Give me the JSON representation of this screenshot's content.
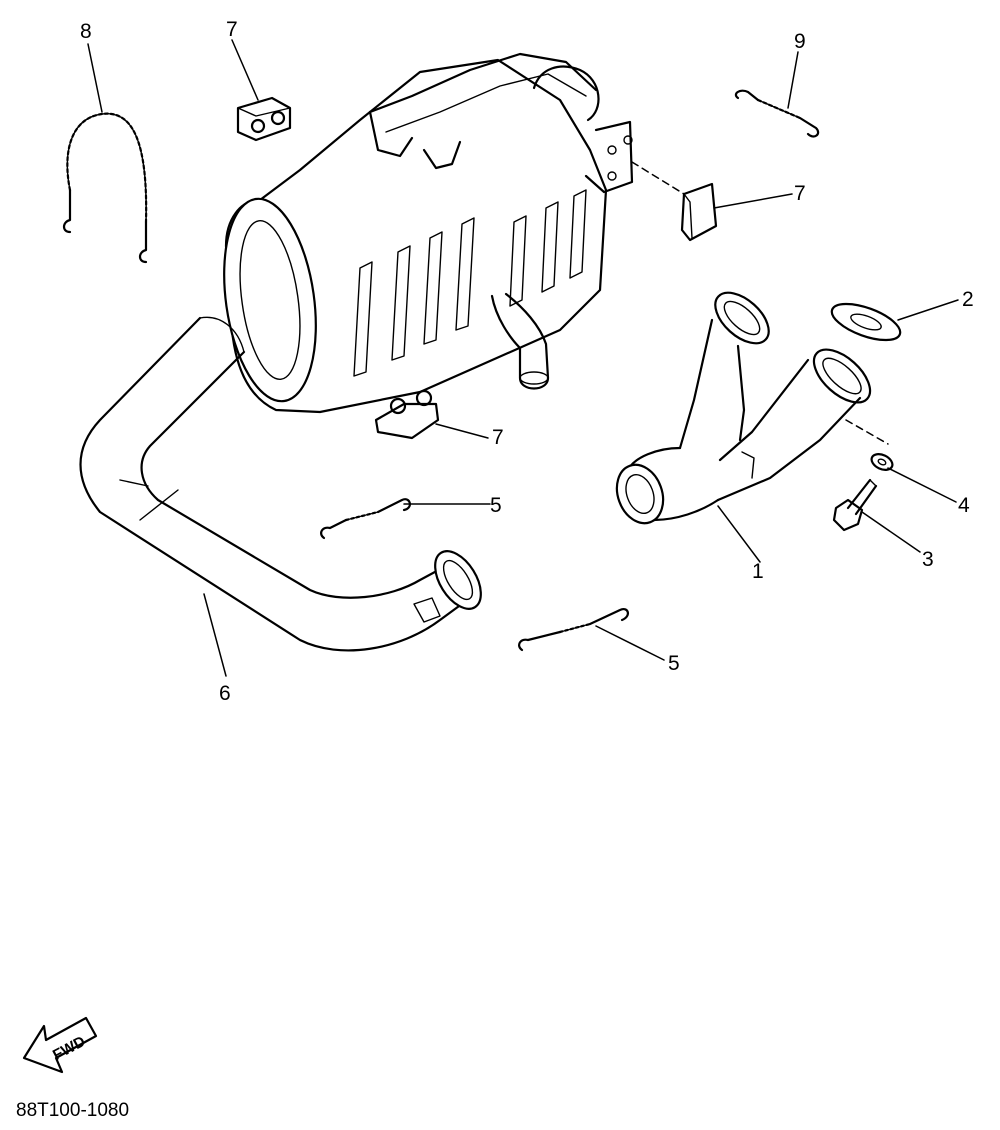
{
  "callouts": [
    {
      "id": "1",
      "label": "1"
    },
    {
      "id": "2",
      "label": "2"
    },
    {
      "id": "3",
      "label": "3"
    },
    {
      "id": "4",
      "label": "4"
    },
    {
      "id": "5a",
      "label": "5"
    },
    {
      "id": "5b",
      "label": "5"
    },
    {
      "id": "6",
      "label": "6"
    },
    {
      "id": "7a",
      "label": "7"
    },
    {
      "id": "7b",
      "label": "7"
    },
    {
      "id": "7c",
      "label": "7"
    },
    {
      "id": "8",
      "label": "8"
    },
    {
      "id": "9",
      "label": "9"
    }
  ],
  "fwd_arrow": {
    "label": "FWD"
  },
  "diagram_code": "88T100-1080"
}
